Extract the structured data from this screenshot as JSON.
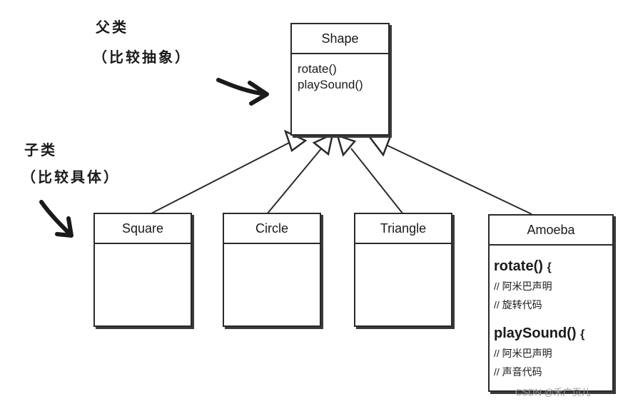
{
  "annotations": {
    "parent_line1": "父类",
    "parent_line2": "（比较抽象）",
    "child_line1": "子类",
    "child_line2": "（比较具体）"
  },
  "superclass": {
    "name": "Shape",
    "methods": [
      "rotate()",
      "playSound()"
    ]
  },
  "subclasses": [
    {
      "name": "Square"
    },
    {
      "name": "Circle"
    },
    {
      "name": "Triangle"
    },
    {
      "name": "Amoeba",
      "rotate_sig": "rotate()",
      "rotate_comments": [
        "// 阿米巴声明",
        "// 旋转代码"
      ],
      "playsound_sig": "playSound()",
      "playsound_comments": [
        "// 阿米巴声明",
        "// 声音代码"
      ],
      "brace": "{"
    }
  ],
  "watermark": "CSDN @禾广页儿"
}
